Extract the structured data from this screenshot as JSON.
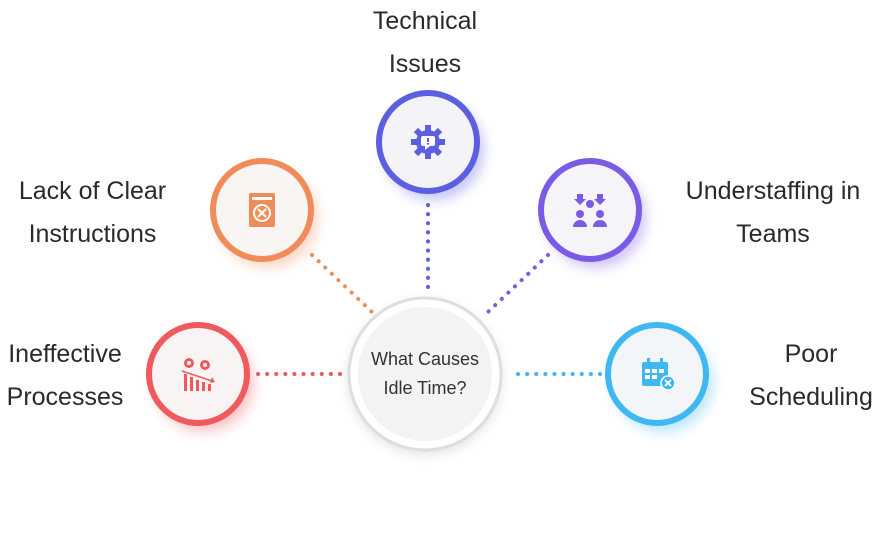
{
  "diagram": {
    "center": {
      "line1": "What Causes",
      "line2": "Idle Time?"
    },
    "nodes": [
      {
        "id": "technical-issues",
        "lines": [
          "Technical",
          "Issues"
        ],
        "color": "#5b5fe0",
        "icon": "gear-alert-icon"
      },
      {
        "id": "lack-of-clear-instructions",
        "lines": [
          "Lack of Clear",
          "Instructions"
        ],
        "color": "#f08c5a",
        "icon": "document-x-icon"
      },
      {
        "id": "understaffing-in-teams",
        "lines": [
          "Understaffing in",
          "Teams"
        ],
        "color": "#7a5be6",
        "icon": "team-icon"
      },
      {
        "id": "ineffective-processes",
        "lines": [
          "Ineffective",
          "Processes"
        ],
        "color": "#f0595e",
        "icon": "gears-decline-chart-icon"
      },
      {
        "id": "poor-scheduling",
        "lines": [
          "Poor",
          "Scheduling"
        ],
        "color": "#3fb8f2",
        "icon": "calendar-x-icon"
      }
    ]
  }
}
